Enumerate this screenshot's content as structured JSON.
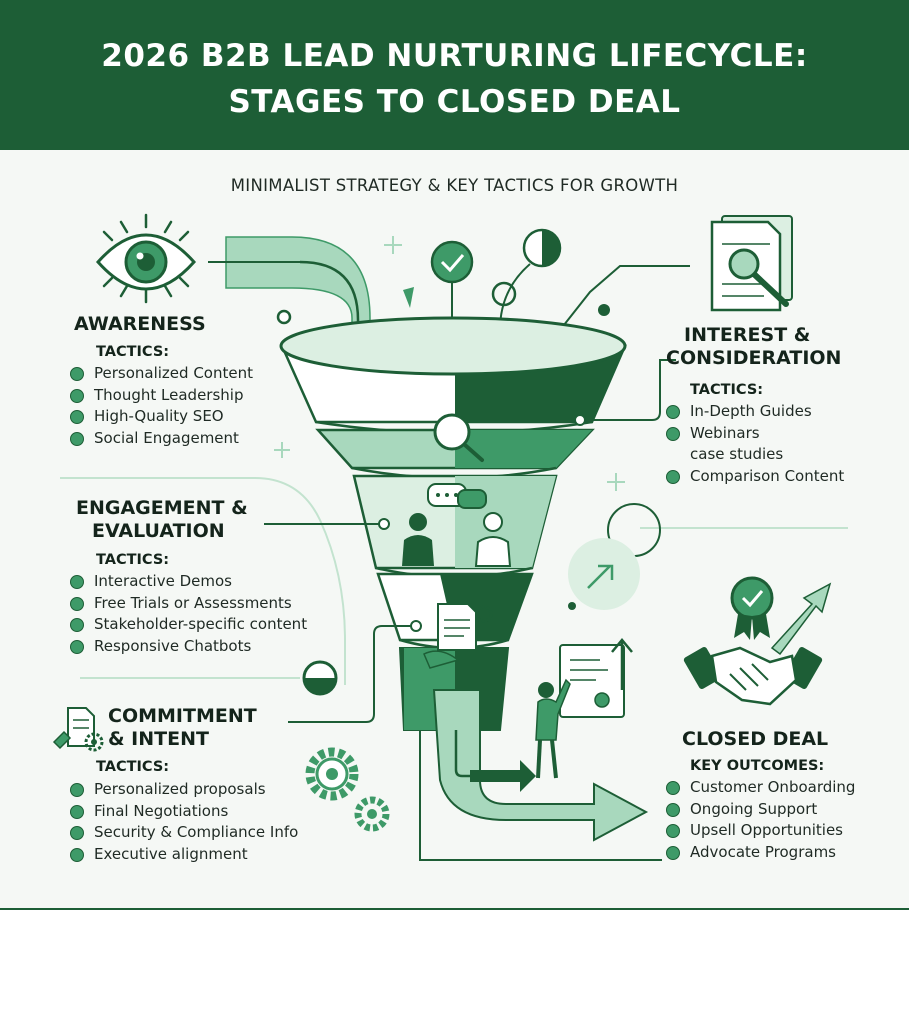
{
  "header": {
    "title_line1": "2026 B2B LEAD NURTURING LIFECYCLE:",
    "title_line2": "STAGES TO CLOSED DEAL"
  },
  "subtitle": "MINIMALIST STRATEGY & KEY TACTICS FOR GROWTH",
  "colors": {
    "dark_green": "#1d5e36",
    "mid_green": "#3e9a68",
    "light_green": "#a8d8bd",
    "pale_green": "#dcefe2",
    "panel": "#f5f8f5"
  },
  "stages": {
    "awareness": {
      "title": "AWARENESS",
      "label": "TACTICS:",
      "icon": "eye-icon",
      "items": [
        "Personalized Content",
        "Thought Leadership",
        "High-Quality SEO",
        "Social Engagement"
      ]
    },
    "interest": {
      "title_line1": "INTEREST &",
      "title_line2": "CONSIDERATION",
      "label": "TACTICS:",
      "icon": "magnifier-document-icon",
      "items": [
        "In-Depth Guides",
        "Webinars",
        "case studies",
        "Comparison Content"
      ]
    },
    "engagement": {
      "title_line1": "ENGAGEMENT &",
      "title_line2": "EVALUATION",
      "label": "TACTICS:",
      "icon": "conversation-icon",
      "items": [
        "Interactive Demos",
        "Free Trials or Assessments",
        "Stakeholder-specific content",
        "Responsive Chatbots"
      ]
    },
    "commitment": {
      "title_line1": "COMMITMENT",
      "title_line2": "& INTENT",
      "label": "TACTICS:",
      "icon": "document-gear-icon",
      "items": [
        "Personalized proposals",
        "Final Negotiations",
        "Security & Compliance Info",
        "Executive alignment"
      ]
    },
    "closed": {
      "title": "CLOSED DEAL",
      "label": "KEY OUTCOMES:",
      "icon": "handshake-icon",
      "items": [
        "Customer Onboarding",
        "Ongoing Support",
        "Upsell Opportunities",
        "Advocate Programs"
      ]
    }
  }
}
